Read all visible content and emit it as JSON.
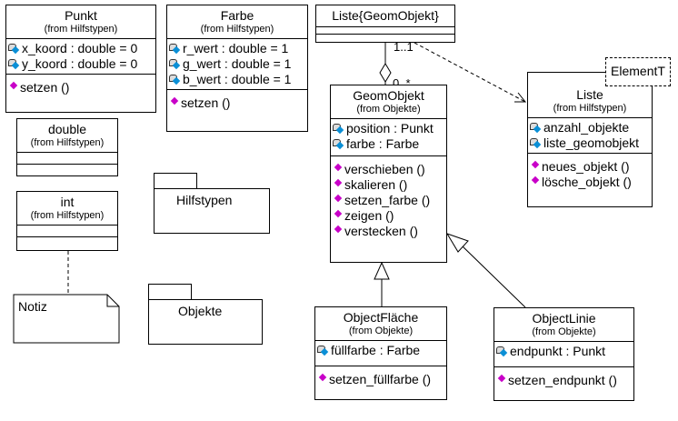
{
  "classes": {
    "punkt": {
      "name": "Punkt",
      "from": "(from Hilfstypen)",
      "attributes": [
        "x_koord : double = 0",
        "y_koord : double = 0"
      ],
      "operations": [
        "setzen ()"
      ]
    },
    "farbe": {
      "name": "Farbe",
      "from": "(from Hilfstypen)",
      "attributes": [
        "r_wert : double = 1",
        "g_wert : double = 1",
        "b_wert : double = 1"
      ],
      "operations": [
        "setzen ()"
      ]
    },
    "double": {
      "name": "double",
      "from": "(from Hilfstypen)"
    },
    "int": {
      "name": "int",
      "from": "(from Hilfstypen)"
    },
    "liste_geom": {
      "name": "Liste{GeomObjekt}"
    },
    "geomobjekt": {
      "name": "GeomObjekt",
      "from": "(from Objekte)",
      "attributes": [
        "position : Punkt",
        "farbe : Farbe"
      ],
      "operations": [
        "verschieben ()",
        "skalieren ()",
        "setzen_farbe ()",
        "zeigen ()",
        "verstecken ()"
      ]
    },
    "liste": {
      "name": "Liste",
      "from": "(from Hilfstypen)",
      "template_param": "ElementT",
      "attributes": [
        "anzahl_objekte",
        "liste_geomobjekt"
      ],
      "operations": [
        "neues_objekt ()",
        "lösche_objekt ()"
      ]
    },
    "objectflaeche": {
      "name": "ObjectFläche",
      "from": "(from Objekte)",
      "attributes": [
        "füllfarbe : Farbe"
      ],
      "operations": [
        "setzen_füllfarbe ()"
      ]
    },
    "objectlinie": {
      "name": "ObjectLinie",
      "from": "(from Objekte)",
      "attributes": [
        "endpunkt : Punkt"
      ],
      "operations": [
        "setzen_endpunkt ()"
      ]
    }
  },
  "packages": {
    "hilfstypen": "Hilfstypen",
    "objekte": "Objekte"
  },
  "note": {
    "text": "Notiz"
  },
  "multiplicities": {
    "one": "1..1",
    "many": "0..*"
  },
  "icons": {
    "attribute": "lock-diamond-icon",
    "operation": "magenta-diamond-icon"
  }
}
